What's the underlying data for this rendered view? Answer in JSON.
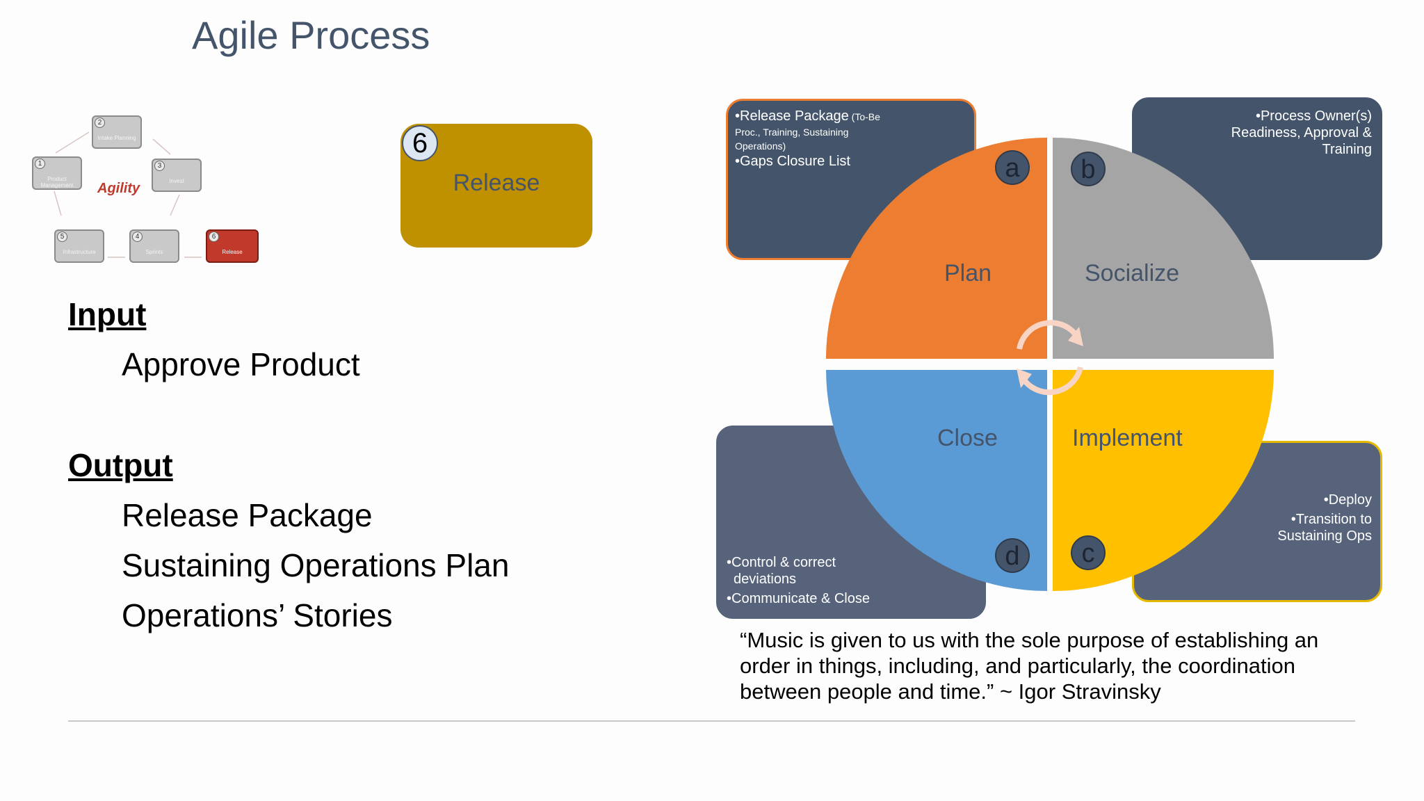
{
  "title": "Agile Process",
  "mini_diagram": {
    "center_label": "Agility",
    "steps": [
      {
        "num": "1",
        "label": "Product Management"
      },
      {
        "num": "2",
        "label": "Intake Planning"
      },
      {
        "num": "3",
        "label": "Invest"
      },
      {
        "num": "4",
        "label": "Sprints"
      },
      {
        "num": "5",
        "label": "Infrastructure"
      },
      {
        "num": "6",
        "label": "Release"
      }
    ]
  },
  "release_card": {
    "number": "6",
    "label": "Release"
  },
  "input": {
    "heading": "Input",
    "items": [
      "Approve Product"
    ]
  },
  "output": {
    "heading": "Output",
    "items": [
      "Release Package",
      "Sustaining Operations Plan",
      "Operations’ Stories"
    ]
  },
  "cycle": {
    "quadrants": [
      {
        "key": "a",
        "label": "Plan",
        "color": "#ed7d31"
      },
      {
        "key": "b",
        "label": "Socialize",
        "color": "#a5a5a5"
      },
      {
        "key": "c",
        "label": "Implement",
        "color": "#ffc000"
      },
      {
        "key": "d",
        "label": "Close",
        "color": "#5b9bd5"
      }
    ],
    "boxes": {
      "a": {
        "line1": "•Release Package",
        "line1_note": " (To-Be",
        "note_cont": "Proc., Training, Sustaining Operations)",
        "line2": "•Gaps Closure List"
      },
      "b": {
        "line1": "•Process Owner(s)",
        "line2": "Readiness, Approval &",
        "line3": "Training"
      },
      "c": {
        "line1": "•Deploy",
        "line2": "•Transition to",
        "line3": "Sustaining Ops"
      },
      "d": {
        "line1": "•Control & correct",
        "line2": "deviations",
        "line3": "•Communicate & Close"
      }
    }
  },
  "quote": "“Music is given to us with the sole purpose of establishing an order in things, including, and particularly, the coordination between people and time.”  ~ Igor Stravinsky"
}
